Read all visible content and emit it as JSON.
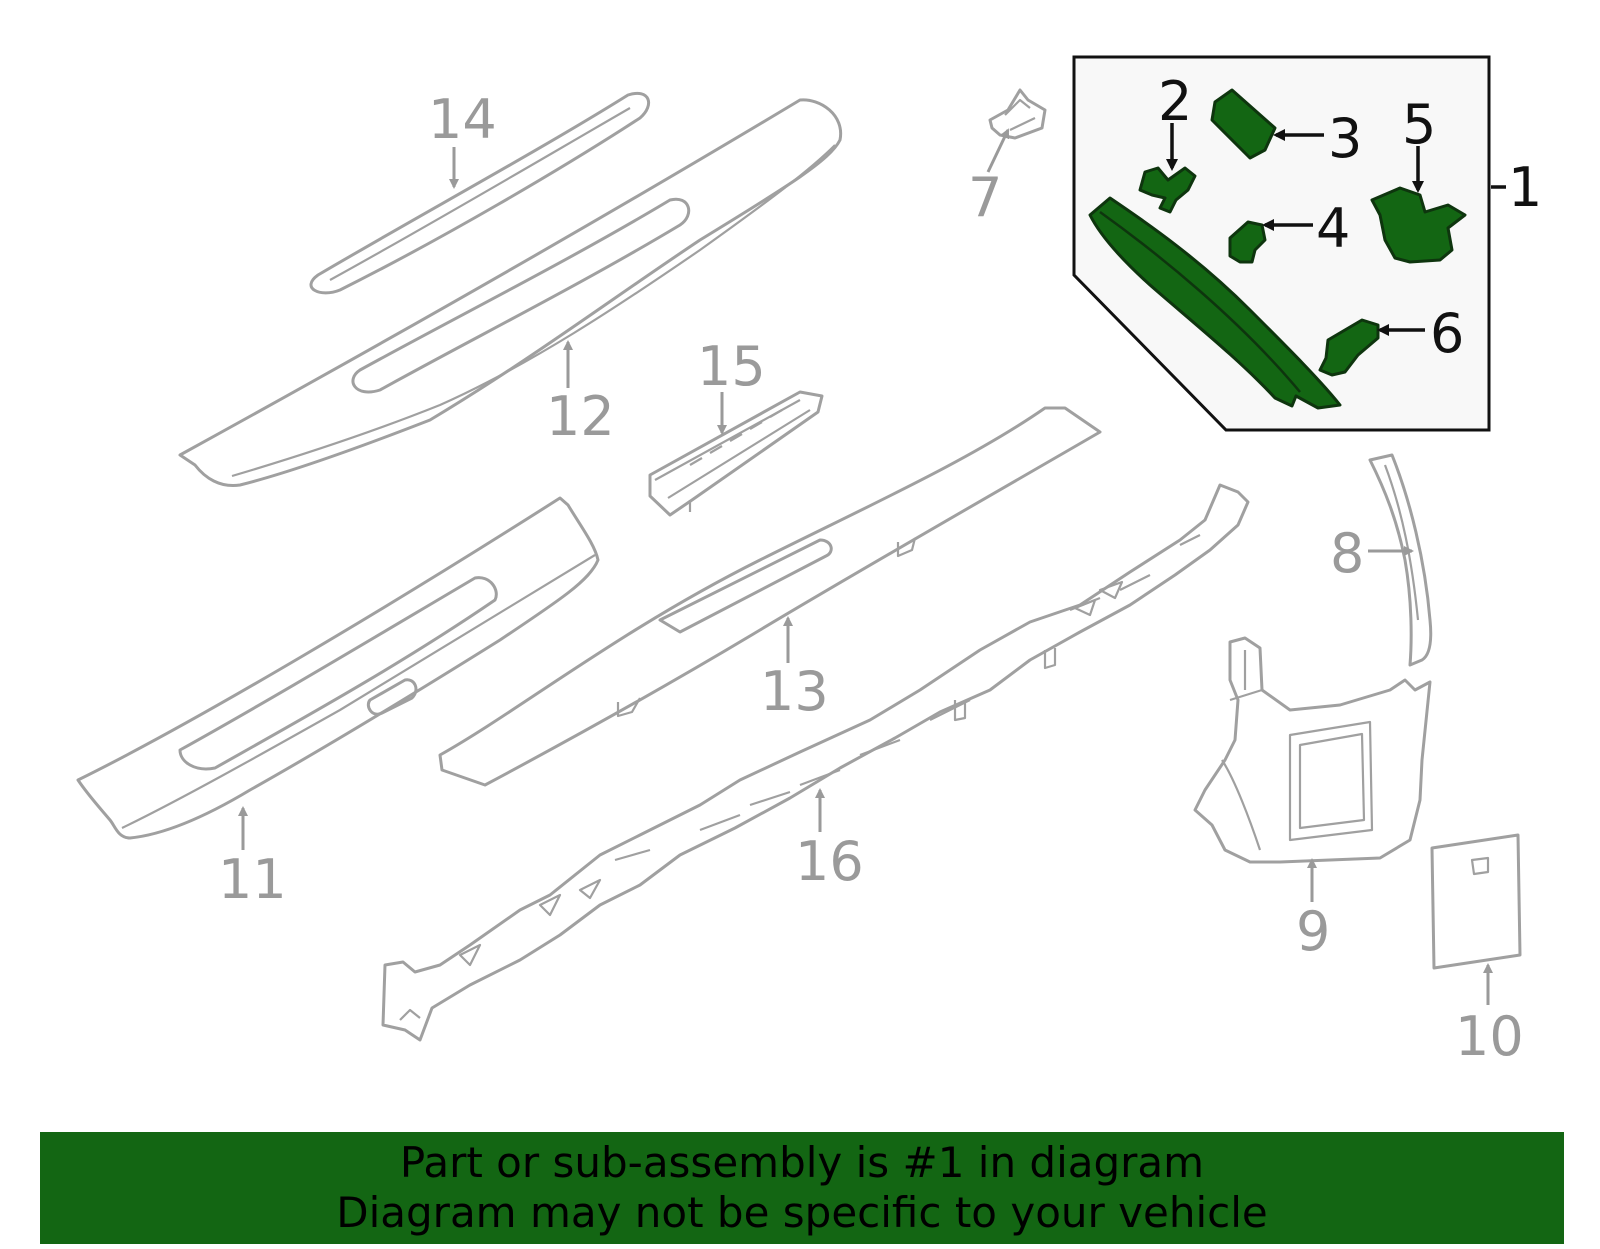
{
  "callouts": {
    "c1": "1",
    "c2": "2",
    "c3": "3",
    "c4": "4",
    "c5": "5",
    "c6": "6",
    "c7": "7",
    "c8": "8",
    "c9": "9",
    "c10": "10",
    "c11": "11",
    "c12": "12",
    "c13": "13",
    "c14": "14",
    "c15": "15",
    "c16": "16"
  },
  "banner": {
    "line1": "Part or sub-assembly is #1 in diagram",
    "line2": "Diagram may not be specific to your vehicle"
  },
  "colors": {
    "highlight": "#136613",
    "outline": "#a0a0a0",
    "banner_bg": "#136613"
  }
}
